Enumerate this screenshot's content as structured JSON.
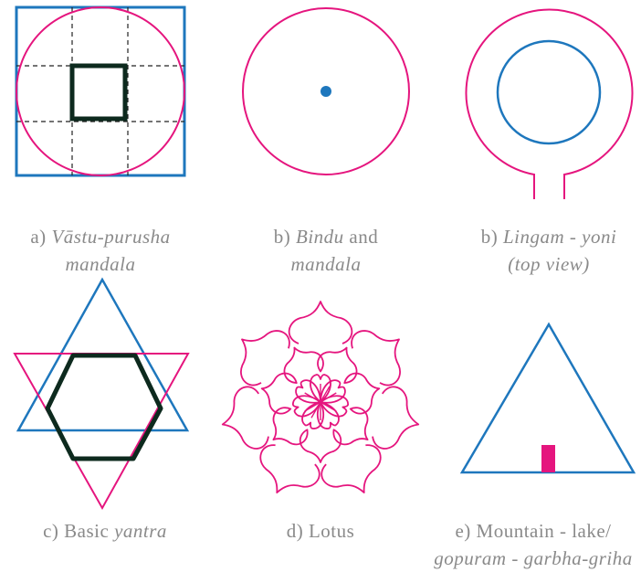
{
  "colors": {
    "magenta": "#e5157e",
    "blue": "#1e77bd",
    "dark": "#0d2a1e",
    "caption": "#8a8a8a"
  },
  "captions": {
    "a": {
      "prefix": "a) ",
      "line1_italic": "Vāstu-purusha",
      "line2_italic": "mandala"
    },
    "b1": {
      "prefix": "b) ",
      "line1_italic": "Bindu",
      "line1_tail": " and",
      "line2_italic": "mandala"
    },
    "b2": {
      "prefix": "b) ",
      "line1_italic": "Lingam - yoni",
      "line2_italic": "(top view)"
    },
    "c": {
      "prefix": "c) Basic ",
      "line1_italic": "yantra"
    },
    "d": {
      "prefix": "d) Lotus"
    },
    "e": {
      "prefix": "e) Mountain - lake/",
      "line2_italic": "gopuram - garbha-griha"
    }
  }
}
